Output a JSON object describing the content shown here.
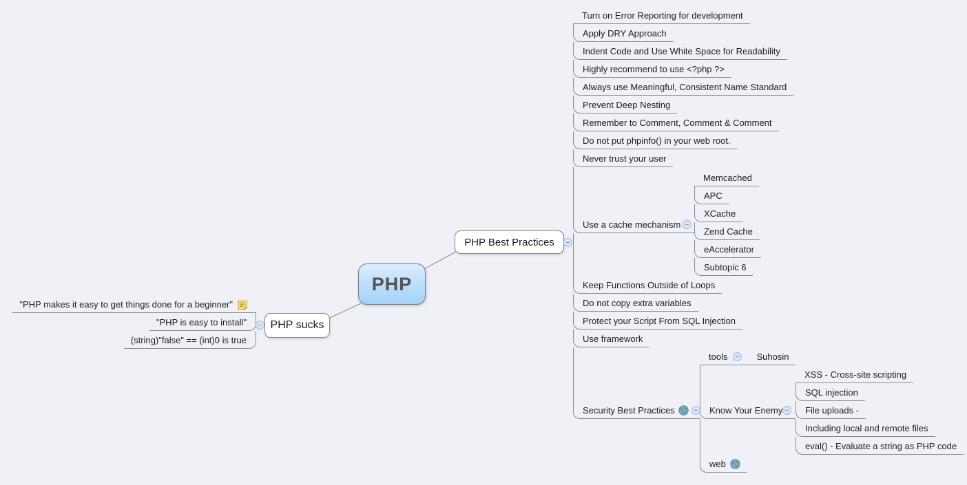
{
  "root": {
    "label": "PHP"
  },
  "best_practices": {
    "label": "PHP Best Practices",
    "items": [
      "Turn on Error Reporting for development",
      "Apply DRY Approach",
      "Indent Code and Use White Space for Readability",
      "Highly recommend to use <?php ?>",
      "Always use Meaningful, Consistent Name Standard",
      "Prevent Deep Nesting",
      "Remember to Comment, Comment & Comment",
      "Do not put phpinfo() in your web root.",
      "Never trust your user"
    ],
    "cache": {
      "label": "Use a cache mechanism",
      "children": [
        "Memcached",
        "APC",
        "XCache",
        "Zend Cache",
        "eAccelerator",
        "Subtopic 6"
      ]
    },
    "items2": [
      "Keep Functions Outside of Loops",
      "Do not copy extra variables",
      "Protect your Script From SQL Injection",
      "Use framework"
    ],
    "security": {
      "label": "Security Best Practices",
      "tools": {
        "label": "tools",
        "child": "Suhosin"
      },
      "enemy": {
        "label": "Know Your Enemy",
        "children": [
          "XSS - Cross-site scripting",
          "SQL injection",
          "File uploads -",
          "Including local and remote files",
          "eval() - Evaluate a string as PHP code"
        ]
      },
      "web": {
        "label": "web"
      }
    }
  },
  "sucks": {
    "label": "PHP sucks",
    "children": [
      "\"PHP makes it easy to get things done for a beginner\"",
      "\"PHP is easy to install\"",
      "(string)\"false\" == (int)0 is true"
    ]
  },
  "colors": {
    "background": "#eff1f7",
    "line": "#8a8a8a",
    "root_fill_top": "#dceefd",
    "root_fill_bottom": "#a6d2f8",
    "collapse_fill": "#d8e5f6",
    "collapse_border": "#9db8da",
    "note_icon": "#f7e17a"
  }
}
